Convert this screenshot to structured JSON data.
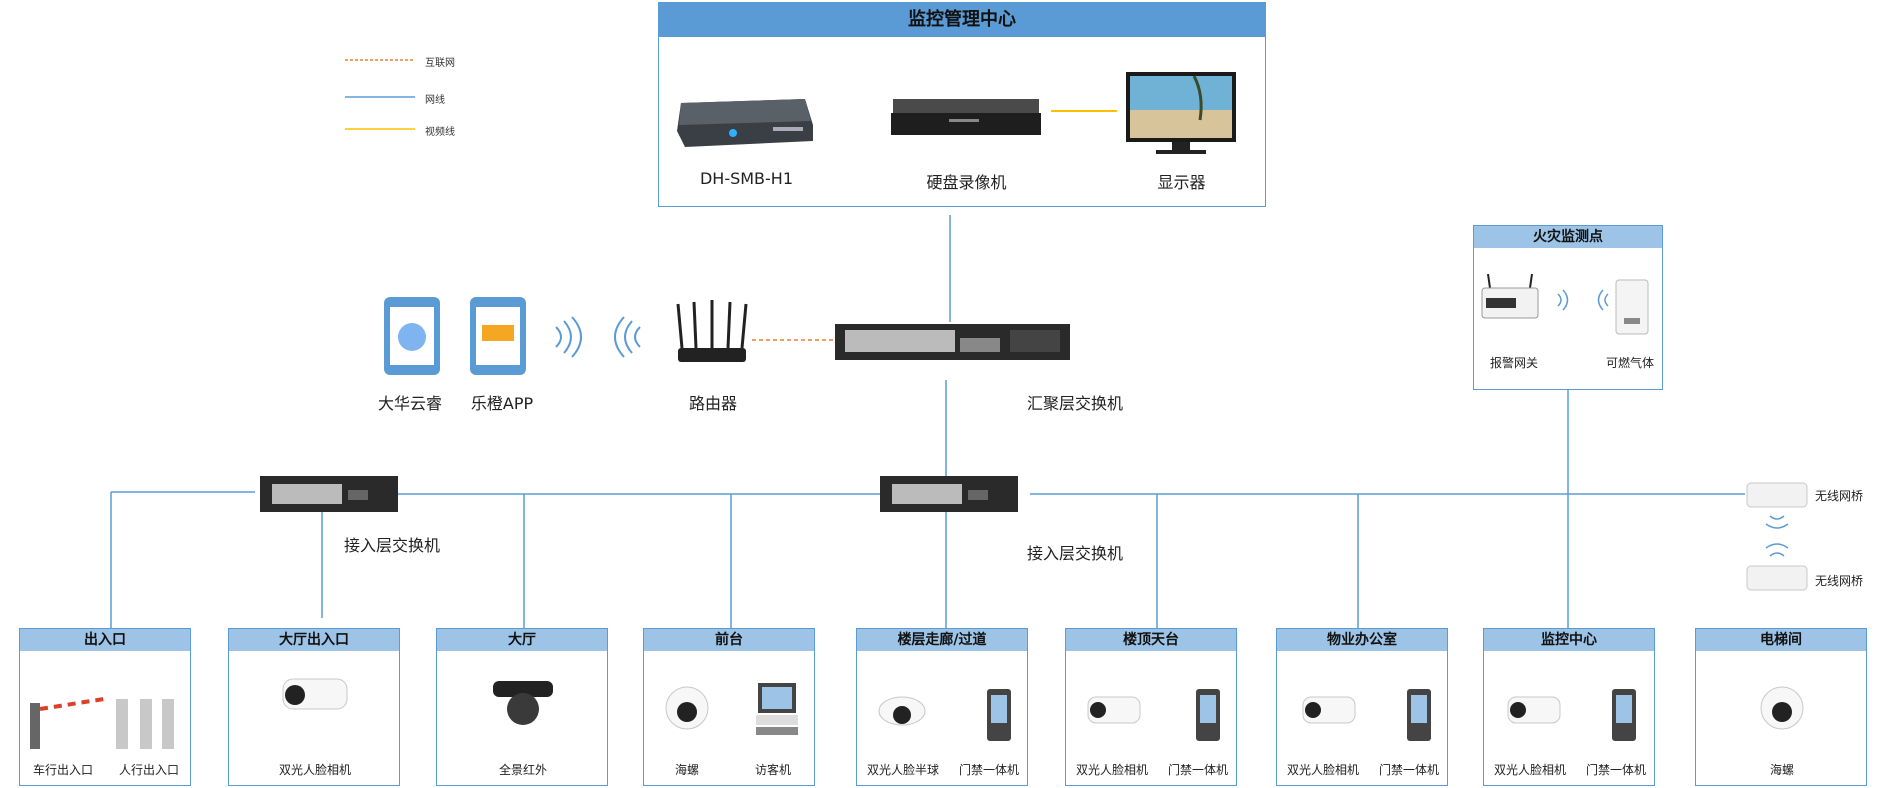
{
  "legend": [
    {
      "label": "互联网",
      "color": "#ed7d31",
      "style": "dashed"
    },
    {
      "label": "网线",
      "color": "#5b9bd5",
      "style": "solid"
    },
    {
      "label": "视频线",
      "color": "#ffc000",
      "style": "solid"
    }
  ],
  "control_center": {
    "title": "监控管理中心",
    "devices": [
      "DH-SMB-H1",
      "硬盘录像机",
      "显示器"
    ]
  },
  "core": {
    "apps": [
      "大华云睿",
      "乐橙APP"
    ],
    "router": "路由器",
    "aggregation_switch": "汇聚层交换机"
  },
  "access_switches": [
    "接入层交换机",
    "接入层交换机"
  ],
  "fire_point": {
    "title": "火灾监测点",
    "devices": [
      "报警网关",
      "可燃气体"
    ]
  },
  "wireless_bridges": [
    "无线网桥",
    "无线网桥"
  ],
  "zones": [
    {
      "title": "出入口",
      "devices": [
        "车行出入口",
        "人行出入口"
      ]
    },
    {
      "title": "大厅出入口",
      "devices": [
        "双光人脸相机"
      ]
    },
    {
      "title": "大厅",
      "devices": [
        "全景红外"
      ]
    },
    {
      "title": "前台",
      "devices": [
        "海螺",
        "访客机"
      ]
    },
    {
      "title": "楼层走廊/过道",
      "devices": [
        "双光人脸半球",
        "门禁一体机"
      ]
    },
    {
      "title": "楼顶天台",
      "devices": [
        "双光人脸相机",
        "门禁一体机"
      ]
    },
    {
      "title": "物业办公室",
      "devices": [
        "双光人脸相机",
        "门禁一体机"
      ]
    },
    {
      "title": "监控中心",
      "devices": [
        "双光人脸相机",
        "门禁一体机"
      ]
    },
    {
      "title": "电梯间",
      "devices": [
        "海螺"
      ]
    }
  ],
  "colors": {
    "net": "#5b9bd5",
    "internet": "#ed7d31",
    "video": "#ffc000",
    "header": "#9dc3e6",
    "header_dark": "#5b9bd5"
  }
}
